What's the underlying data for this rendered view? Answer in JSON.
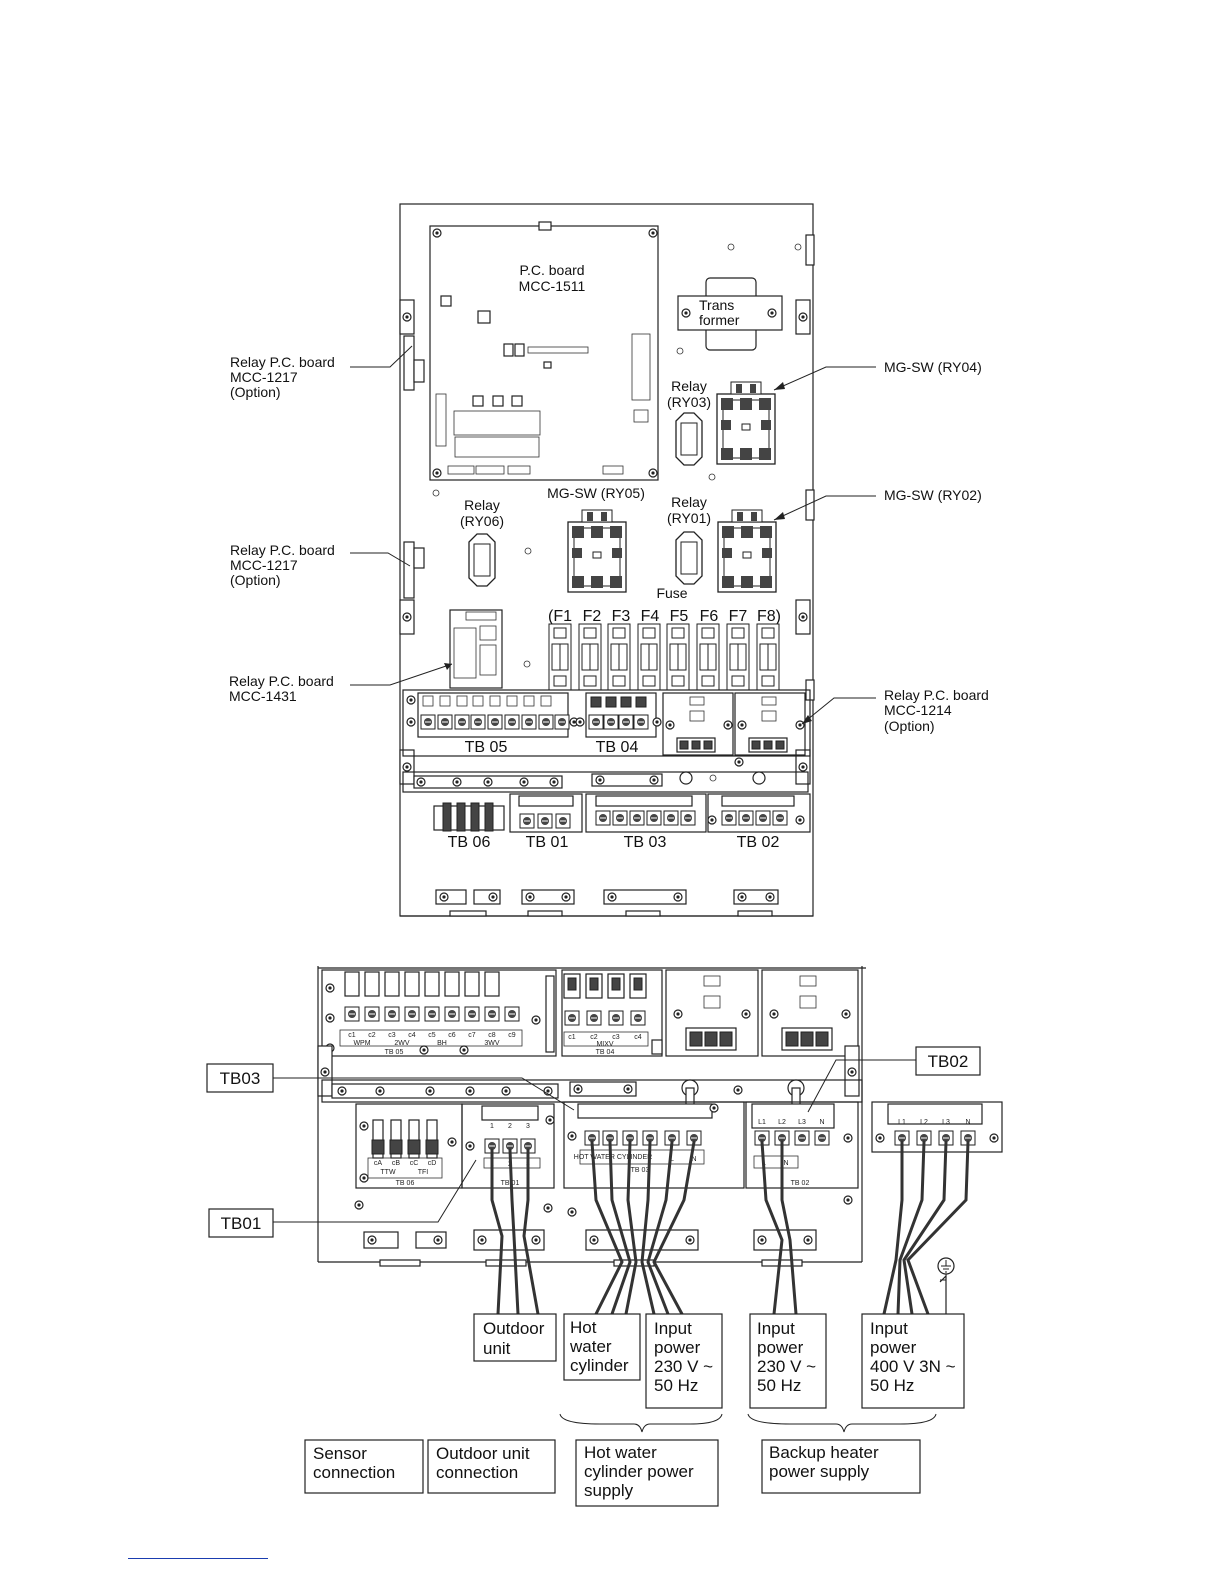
{
  "top_diagram": {
    "pc_board": {
      "line1": "P.C. board",
      "line2": "MCC-1511"
    },
    "transformer": {
      "line1": "Trans",
      "line2": "former"
    },
    "relay_ry03": {
      "line1": "Relay",
      "line2": "(RY03)"
    },
    "relay_ry06": {
      "line1": "Relay",
      "line2": "(RY06)"
    },
    "relay_ry01": {
      "line1": "Relay",
      "line2": "(RY01)"
    },
    "mg_sw_ry05": "MG-SW (RY05)",
    "mg_sw_ry04": "MG-SW (RY04)",
    "mg_sw_ry02": "MG-SW (RY02)",
    "fuse": "Fuse",
    "fuses": [
      "(F1",
      "F2",
      "F3",
      "F4",
      "F5",
      "F6",
      "F7",
      "F8)"
    ],
    "relay_board_1217_a": {
      "line1": "Relay P.C. board",
      "line2": "MCC-1217",
      "line3": "(Option)"
    },
    "relay_board_1217_b": {
      "line1": "Relay P.C. board",
      "line2": "MCC-1217",
      "line3": "(Option)"
    },
    "relay_board_1431": {
      "line1": "Relay P.C. board",
      "line2": "MCC-1431"
    },
    "relay_board_1214": {
      "line1": "Relay P.C. board",
      "line2": "MCC-1214",
      "line3": "(Option)"
    },
    "terminal_blocks": {
      "tb05": "TB 05",
      "tb04": "TB 04",
      "tb06": "TB 06",
      "tb01": "TB 01",
      "tb03": "TB 03",
      "tb02": "TB 02"
    }
  },
  "bottom_diagram": {
    "callouts": {
      "tb03": "TB03",
      "tb02": "TB02",
      "tb01": "TB01"
    },
    "small_labels": {
      "tb05_terms": [
        "c1",
        "c2",
        "c3",
        "c4",
        "c5",
        "c6",
        "c7",
        "c8",
        "c9"
      ],
      "tb05_groups": [
        "WPM",
        "2WV",
        "BH",
        "3WV"
      ],
      "tb05_name": "TB 05",
      "tb04_terms": [
        "c1",
        "c2",
        "c3",
        "c4"
      ],
      "tb04_group": "MIXV",
      "tb04_name": "TB 04",
      "tb06_terms": [
        "cA",
        "cB",
        "cC",
        "cD"
      ],
      "tb06_groups": [
        "TTW",
        "TFI"
      ],
      "tb06_name": "TB 06",
      "tb01_terms": [
        "1",
        "2",
        "3"
      ],
      "tb01_name": "TB 01",
      "tb03_group": "HOT WATER CYLINDER",
      "tb03_terms": [
        "L",
        "N"
      ],
      "tb03_name": "TB 03",
      "tb02_terms": [
        "L",
        "N"
      ],
      "tb02_top_terms": [
        "L1",
        "L2",
        "L3",
        "N"
      ],
      "tb02_name": "TB 02",
      "ext_terms": [
        "L1",
        "L2",
        "L3",
        "N"
      ]
    },
    "connections": {
      "outdoor_unit": {
        "line1": "Outdoor",
        "line2": "unit"
      },
      "hot_water_cylinder": {
        "line1": "Hot",
        "line2": "water",
        "line3": "cylinder"
      },
      "input_power_230_a": {
        "line1": "Input",
        "line2": "power",
        "line3": "230 V ~",
        "line4": "50 Hz"
      },
      "input_power_230_b": {
        "line1": "Input",
        "line2": "power",
        "line3": "230 V ~",
        "line4": "50 Hz"
      },
      "input_power_400": {
        "line1": "Input",
        "line2": "power",
        "line3": "400 V 3N ~",
        "line4": "50 Hz"
      }
    },
    "groups": {
      "sensor_connection": {
        "line1": "Sensor",
        "line2": "connection"
      },
      "outdoor_unit_connection": {
        "line1": "Outdoor unit",
        "line2": "connection"
      },
      "hot_water_cylinder_power": {
        "line1": "Hot water",
        "line2": "cylinder power",
        "line3": "supply"
      },
      "backup_heater_power": {
        "line1": "Backup heater",
        "line2": "power supply"
      }
    }
  }
}
